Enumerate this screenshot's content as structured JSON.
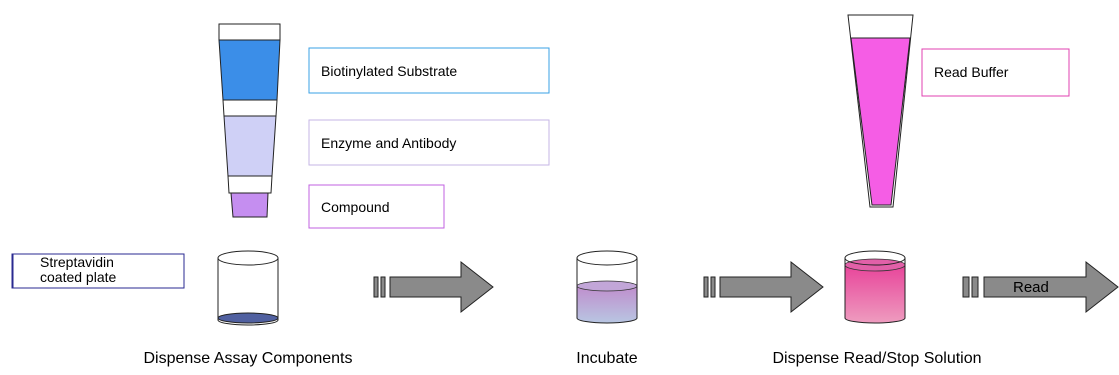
{
  "labels": {
    "biotinylated_substrate": "Biotinylated Substrate",
    "enzyme_antibody": "Enzyme and Antibody",
    "compound": "Compound",
    "read_buffer": "Read Buffer",
    "plate_line1": "Streptavidin",
    "plate_line2": "coated plate",
    "read_arrow": "Read"
  },
  "captions": {
    "step1": "Dispense Assay Components",
    "step2": "Incubate",
    "step3": "Dispense Read/Stop Solution"
  },
  "colors": {
    "substrate_blue": "#3b8ee8",
    "substrate_box_border": "#3aa0e6",
    "enzyme_lavender": "#cfd0f6",
    "enzyme_box_border": "#c6b6e6",
    "compound_purple": "#c58ef0",
    "compound_box_border": "#c060e0",
    "plate_box_border": "#2a2a90",
    "read_magenta": "#f55de5",
    "read_box_border": "#e040b0",
    "arrow_gray": "#8a8a8a",
    "well_bottom": "#5060a0",
    "incubate_liquid": "#c2a6d8",
    "read_liquid": "#e260a8"
  }
}
